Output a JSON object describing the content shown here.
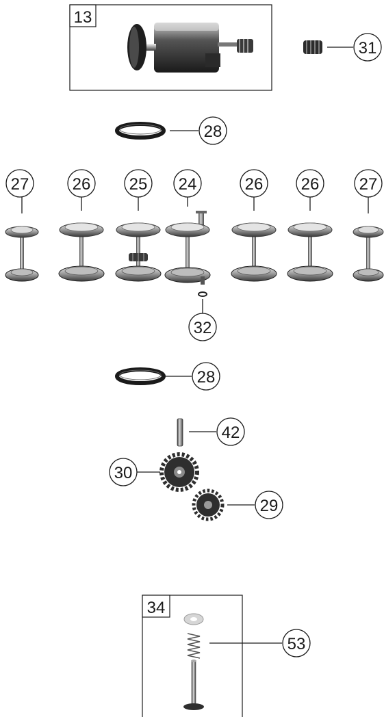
{
  "diagram": {
    "boxes": [
      {
        "number": "13"
      },
      {
        "number": "34"
      }
    ],
    "callouts": {
      "worm": "31",
      "tire_top": "28",
      "axle_left_outer": "27",
      "axle_left_2": "26",
      "axle_gear": "25",
      "axle_main": "24",
      "axle_right_1": "26",
      "axle_right_2": "26",
      "axle_right_outer": "27",
      "washer": "32",
      "tire_bottom": "28",
      "pin": "42",
      "gear_large": "30",
      "gear_small": "29",
      "spring_assembly": "53"
    }
  }
}
